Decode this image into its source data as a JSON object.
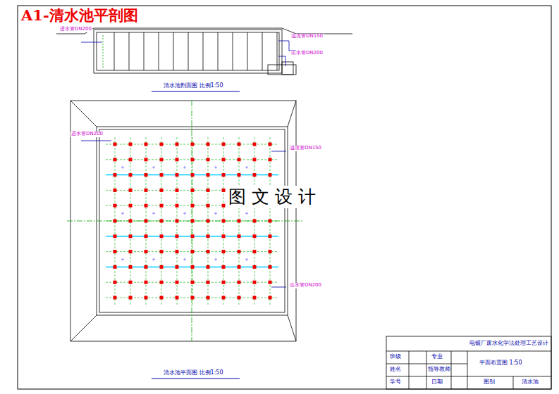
{
  "diagram": {
    "title": "A1-清水池平剖图",
    "labels": [
      "进水管DN200",
      "溢流管DN150",
      "出水管DN200",
      "清水池剖面图 比例1:50",
      "进水管DN200",
      "溢流管DN150",
      "出水管DN200",
      "图文设计",
      "清水池平面图 比例1:50",
      "电镀厂废水化学法处理工艺设计",
      "班级",
      "专业",
      "姓名",
      "指导教师",
      "学号",
      "日期",
      "平面布置图 1:50",
      "图别",
      "清水池"
    ]
  }
}
